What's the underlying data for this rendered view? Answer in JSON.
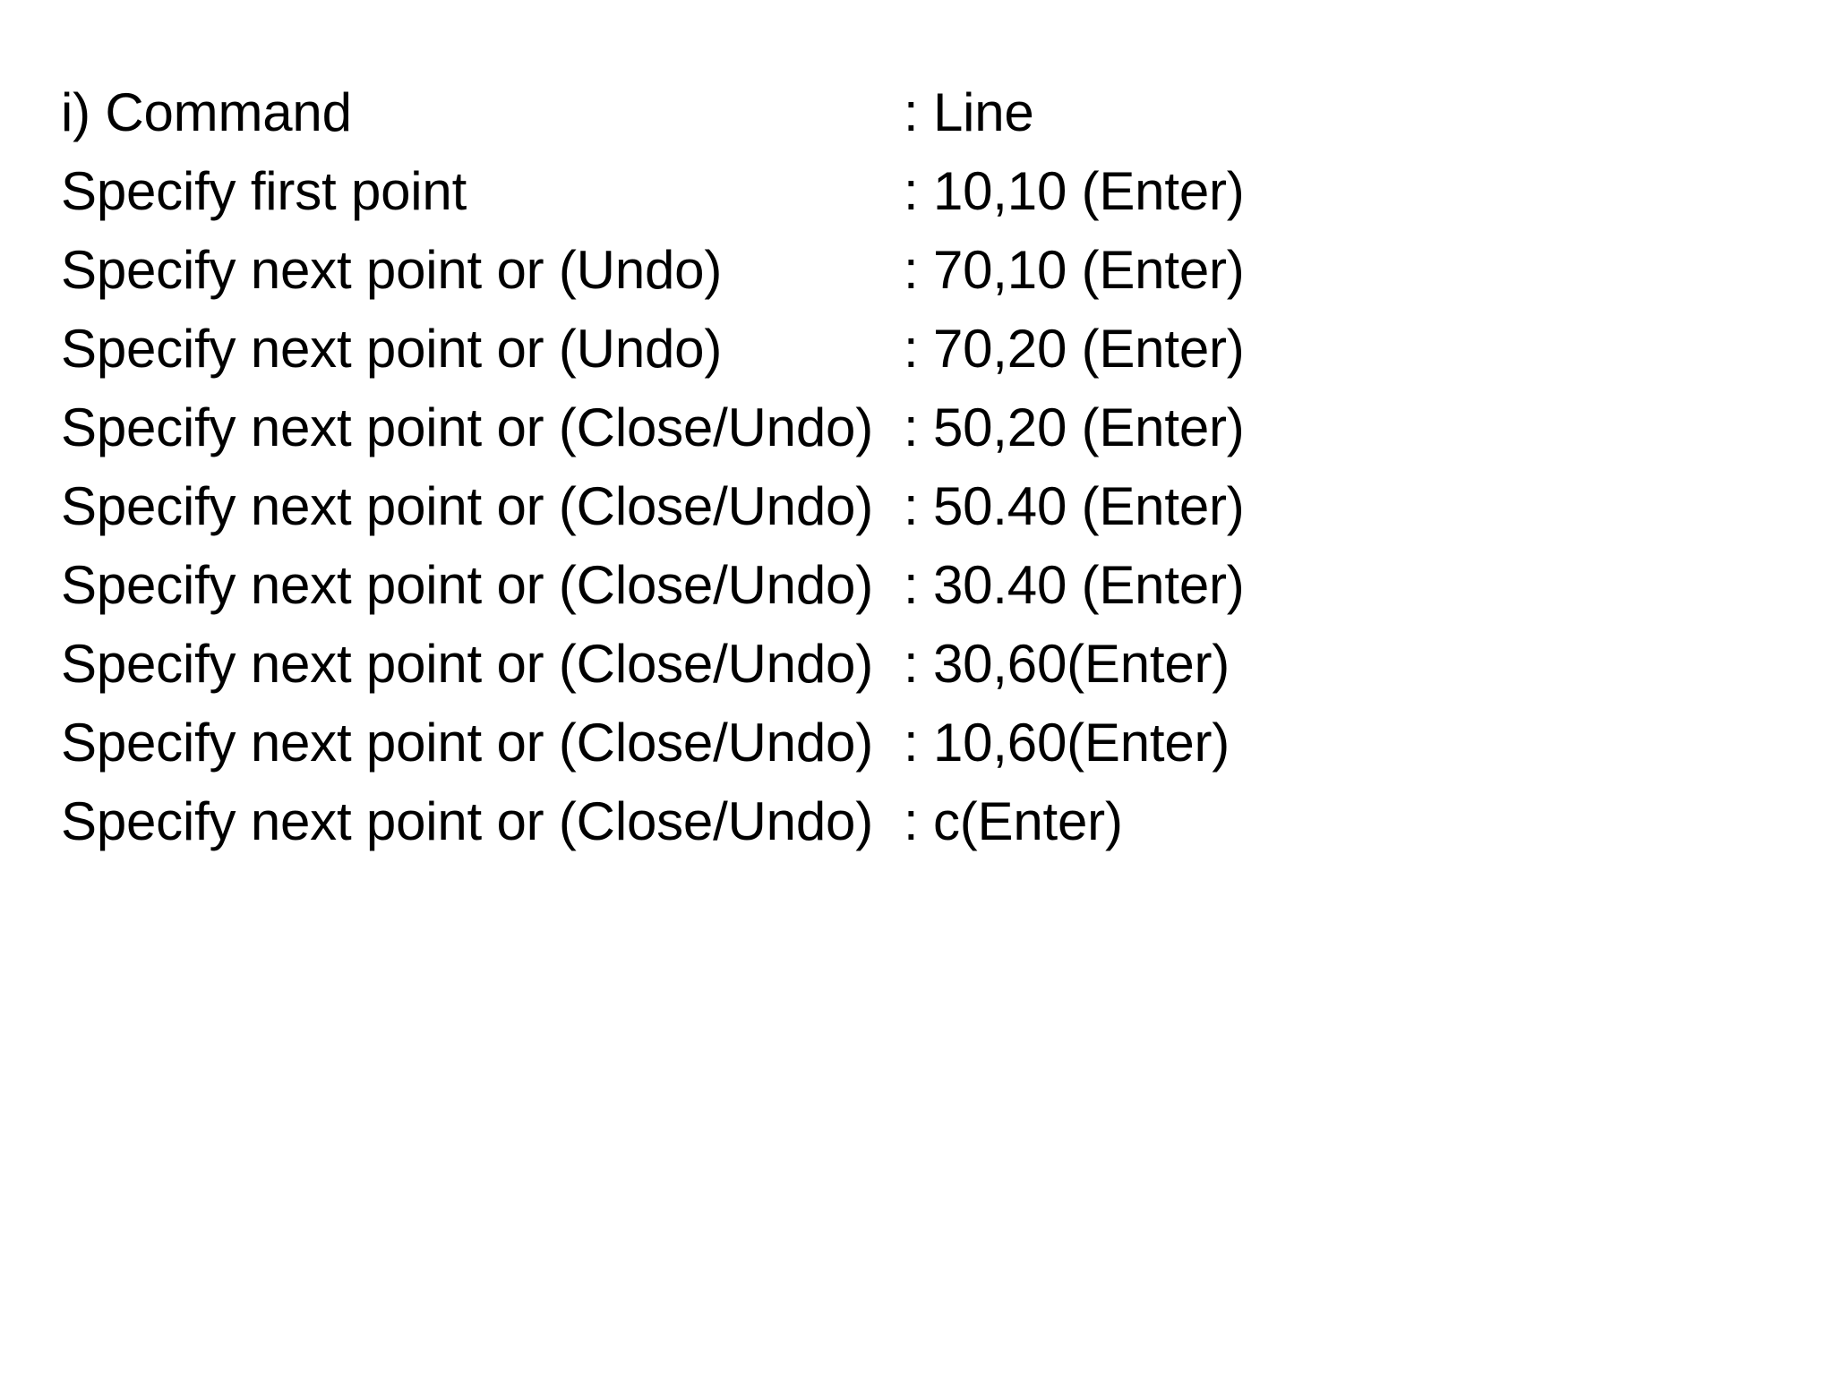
{
  "page": {
    "background_color": "#ffffff",
    "text_color": "#000000",
    "title_marker": "i)"
  },
  "transcript": {
    "separator": ":",
    "lines": [
      {
        "prompt": "i) Command",
        "separator": ":",
        "value": "Line",
        "width": "short"
      },
      {
        "prompt": "Specify first point",
        "separator": ":",
        "value": "10,10 (Enter)",
        "width": "short"
      },
      {
        "prompt": "Specify next point or (Undo)",
        "separator": ":",
        "value": "70,10 (Enter)",
        "width": "medium"
      },
      {
        "prompt": "Specify next point or (Undo)",
        "separator": ":",
        "value": "70,20 (Enter)",
        "width": "medium"
      },
      {
        "prompt": "Specify next point or (Close/Undo)",
        "separator": ":",
        "value": "50,20 (Enter)",
        "width": "long"
      },
      {
        "prompt": "Specify next point or (Close/Undo)",
        "separator": ":",
        "value": "50.40 (Enter)",
        "width": "long"
      },
      {
        "prompt": "Specify next point or (Close/Undo)",
        "separator": ":",
        "value": "30.40 (Enter)",
        "width": "long"
      },
      {
        "prompt": "Specify next point or (Close/Undo)",
        "separator": ":",
        "value": "30,60(Enter)",
        "width": "long"
      },
      {
        "prompt": "Specify next point or (Close/Undo)",
        "separator": ":",
        "value": "10,60(Enter)",
        "width": "long"
      },
      {
        "prompt": "Specify next point or (Close/Undo)",
        "separator": ":",
        "value": "c(Enter)",
        "width": "long"
      }
    ]
  }
}
